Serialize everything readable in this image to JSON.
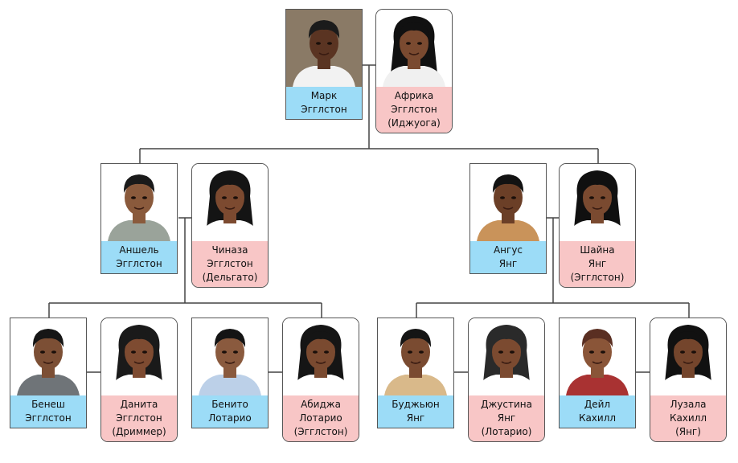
{
  "colors": {
    "male_label": "#9cdcf7",
    "female_label": "#f8c6c6",
    "line": "#444444"
  },
  "people": {
    "mark": {
      "line1": "Марк",
      "line2": "Эгглстон",
      "line3": "",
      "gender": "male",
      "skin": "#5a3422",
      "hair": "#1b1b1b",
      "shirt": "#f2f2f2",
      "bg": "#8a7a66"
    },
    "afrika": {
      "line1": "Африка",
      "line2": "Эгглстон",
      "line3": "(Иджуога)",
      "gender": "female",
      "skin": "#7a4a30",
      "hair": "#111111",
      "shirt": "#f0f0f0",
      "bg": "#ffffff"
    },
    "anshel": {
      "line1": "Аншель",
      "line2": "Эгглстон",
      "line3": "",
      "gender": "male",
      "skin": "#8a5a3c",
      "hair": "#1a1a1a",
      "shirt": "#9aa39a",
      "bg": "#ffffff"
    },
    "chinaza": {
      "line1": "Чиназа",
      "line2": "Эгглстон",
      "line3": "(Дельгато)",
      "gender": "female",
      "skin": "#7c4a30",
      "hair": "#141414",
      "shirt": "#ffffff",
      "bg": "#ffffff"
    },
    "angus": {
      "line1": "Ангус",
      "line2": "Янг",
      "line3": "",
      "gender": "male",
      "skin": "#6b3f27",
      "hair": "#121212",
      "shirt": "#c9935a",
      "bg": "#ffffff"
    },
    "shaina": {
      "line1": "Шайна",
      "line2": "Янг",
      "line3": "(Эгглстон)",
      "gender": "female",
      "skin": "#7a4a30",
      "hair": "#101010",
      "shirt": "#ffffff",
      "bg": "#ffffff"
    },
    "benesh": {
      "line1": "Бенеш",
      "line2": "Эгглстон",
      "line3": "",
      "gender": "male",
      "skin": "#7c4f35",
      "hair": "#161616",
      "shirt": "#6f7478",
      "bg": "#ffffff"
    },
    "danita": {
      "line1": "Данита",
      "line2": "Эгглстон",
      "line3": "(Дриммер)",
      "gender": "female",
      "skin": "#7e4b31",
      "hair": "#1a1a1a",
      "shirt": "#ffffff",
      "bg": "#ffffff"
    },
    "benito": {
      "line1": "Бенито",
      "line2": "Лотарио",
      "line3": "",
      "gender": "male",
      "skin": "#8a5a3e",
      "hair": "#141414",
      "shirt": "#bcd0e8",
      "bg": "#ffffff"
    },
    "abidzha": {
      "line1": "Абиджа",
      "line2": "Лотарио",
      "line3": "(Эгглстон)",
      "gender": "female",
      "skin": "#7a4a30",
      "hair": "#151515",
      "shirt": "#ffffff",
      "bg": "#ffffff"
    },
    "budzhyun": {
      "line1": "Буджьюн",
      "line2": "Янг",
      "line3": "",
      "gender": "male",
      "skin": "#7a4b31",
      "hair": "#151515",
      "shirt": "#d9b98a",
      "bg": "#ffffff"
    },
    "dzhustina": {
      "line1": "Джустина",
      "line2": "Янг",
      "line3": "(Лотарио)",
      "gender": "female",
      "skin": "#7b4a30",
      "hair": "#2a2a2a",
      "shirt": "#ffffff",
      "bg": "#ffffff"
    },
    "deil": {
      "line1": "Дейл",
      "line2": "Кахилл",
      "line3": "",
      "gender": "male",
      "skin": "#8a5538",
      "hair": "#5a2f22",
      "shirt": "#a93232",
      "bg": "#ffffff"
    },
    "luzala": {
      "line1": "Лузала",
      "line2": "Кахилл",
      "line3": "(Янг)",
      "gender": "female",
      "skin": "#74452c",
      "hair": "#111111",
      "shirt": "#ffffff",
      "bg": "#ffffff"
    }
  }
}
